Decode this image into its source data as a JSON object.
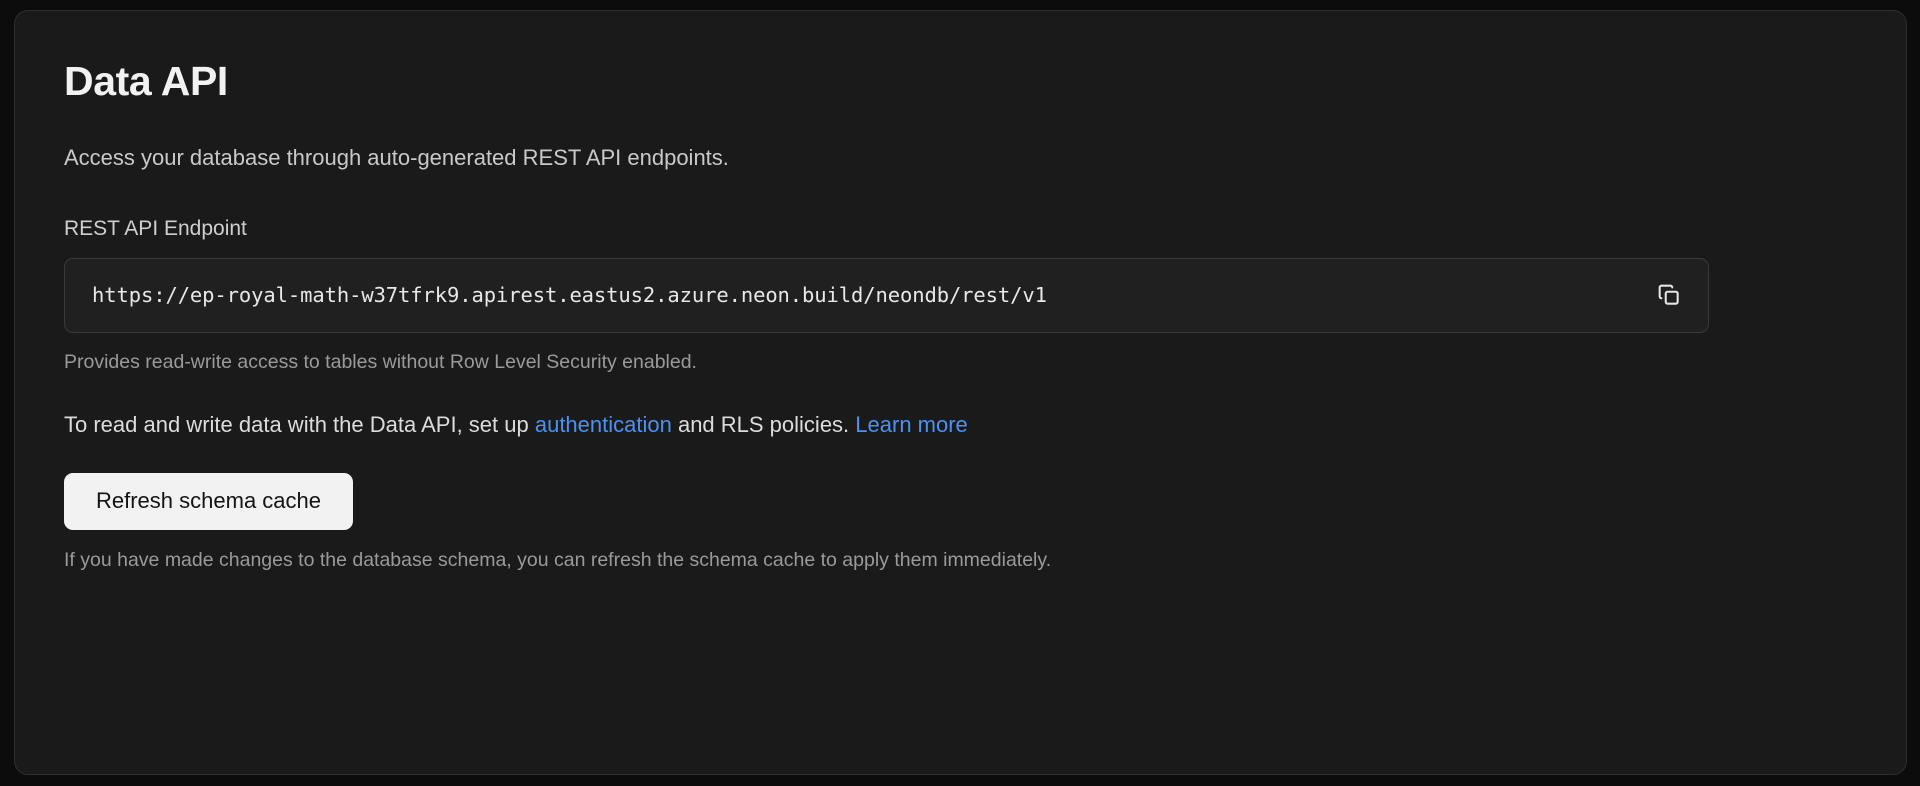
{
  "card": {
    "title": "Data API",
    "subtitle": "Access your database through auto-generated REST API endpoints.",
    "endpoint": {
      "label": "REST API Endpoint",
      "value": "https://ep-royal-math-w37tfrk9.apirest.eastus2.azure.neon.build/neondb/rest/v1",
      "copy_icon": "copy-icon",
      "helper": "Provides read-write access to tables without Row Level Security enabled."
    },
    "rls": {
      "prefix": "To read and write data with the Data API, set up ",
      "link_auth": "authentication",
      "middle": " and RLS policies. ",
      "link_learn": "Learn more"
    },
    "refresh": {
      "label": "Refresh schema cache",
      "note": "If you have made changes to the database schema, you can refresh the schema cache to apply them immediately."
    }
  },
  "colors": {
    "page_background": "#0c0c0c",
    "card_background": "#1a1a1a",
    "card_border": "#2e2e2e",
    "input_background": "#202020",
    "input_border": "#3a3a3a",
    "link": "#4c90f0",
    "button_background": "#f2f2f2",
    "button_text": "#141414",
    "title_text": "#f2f2f2",
    "body_text": "#dcdcdc",
    "muted_text": "#9a9a9a"
  }
}
